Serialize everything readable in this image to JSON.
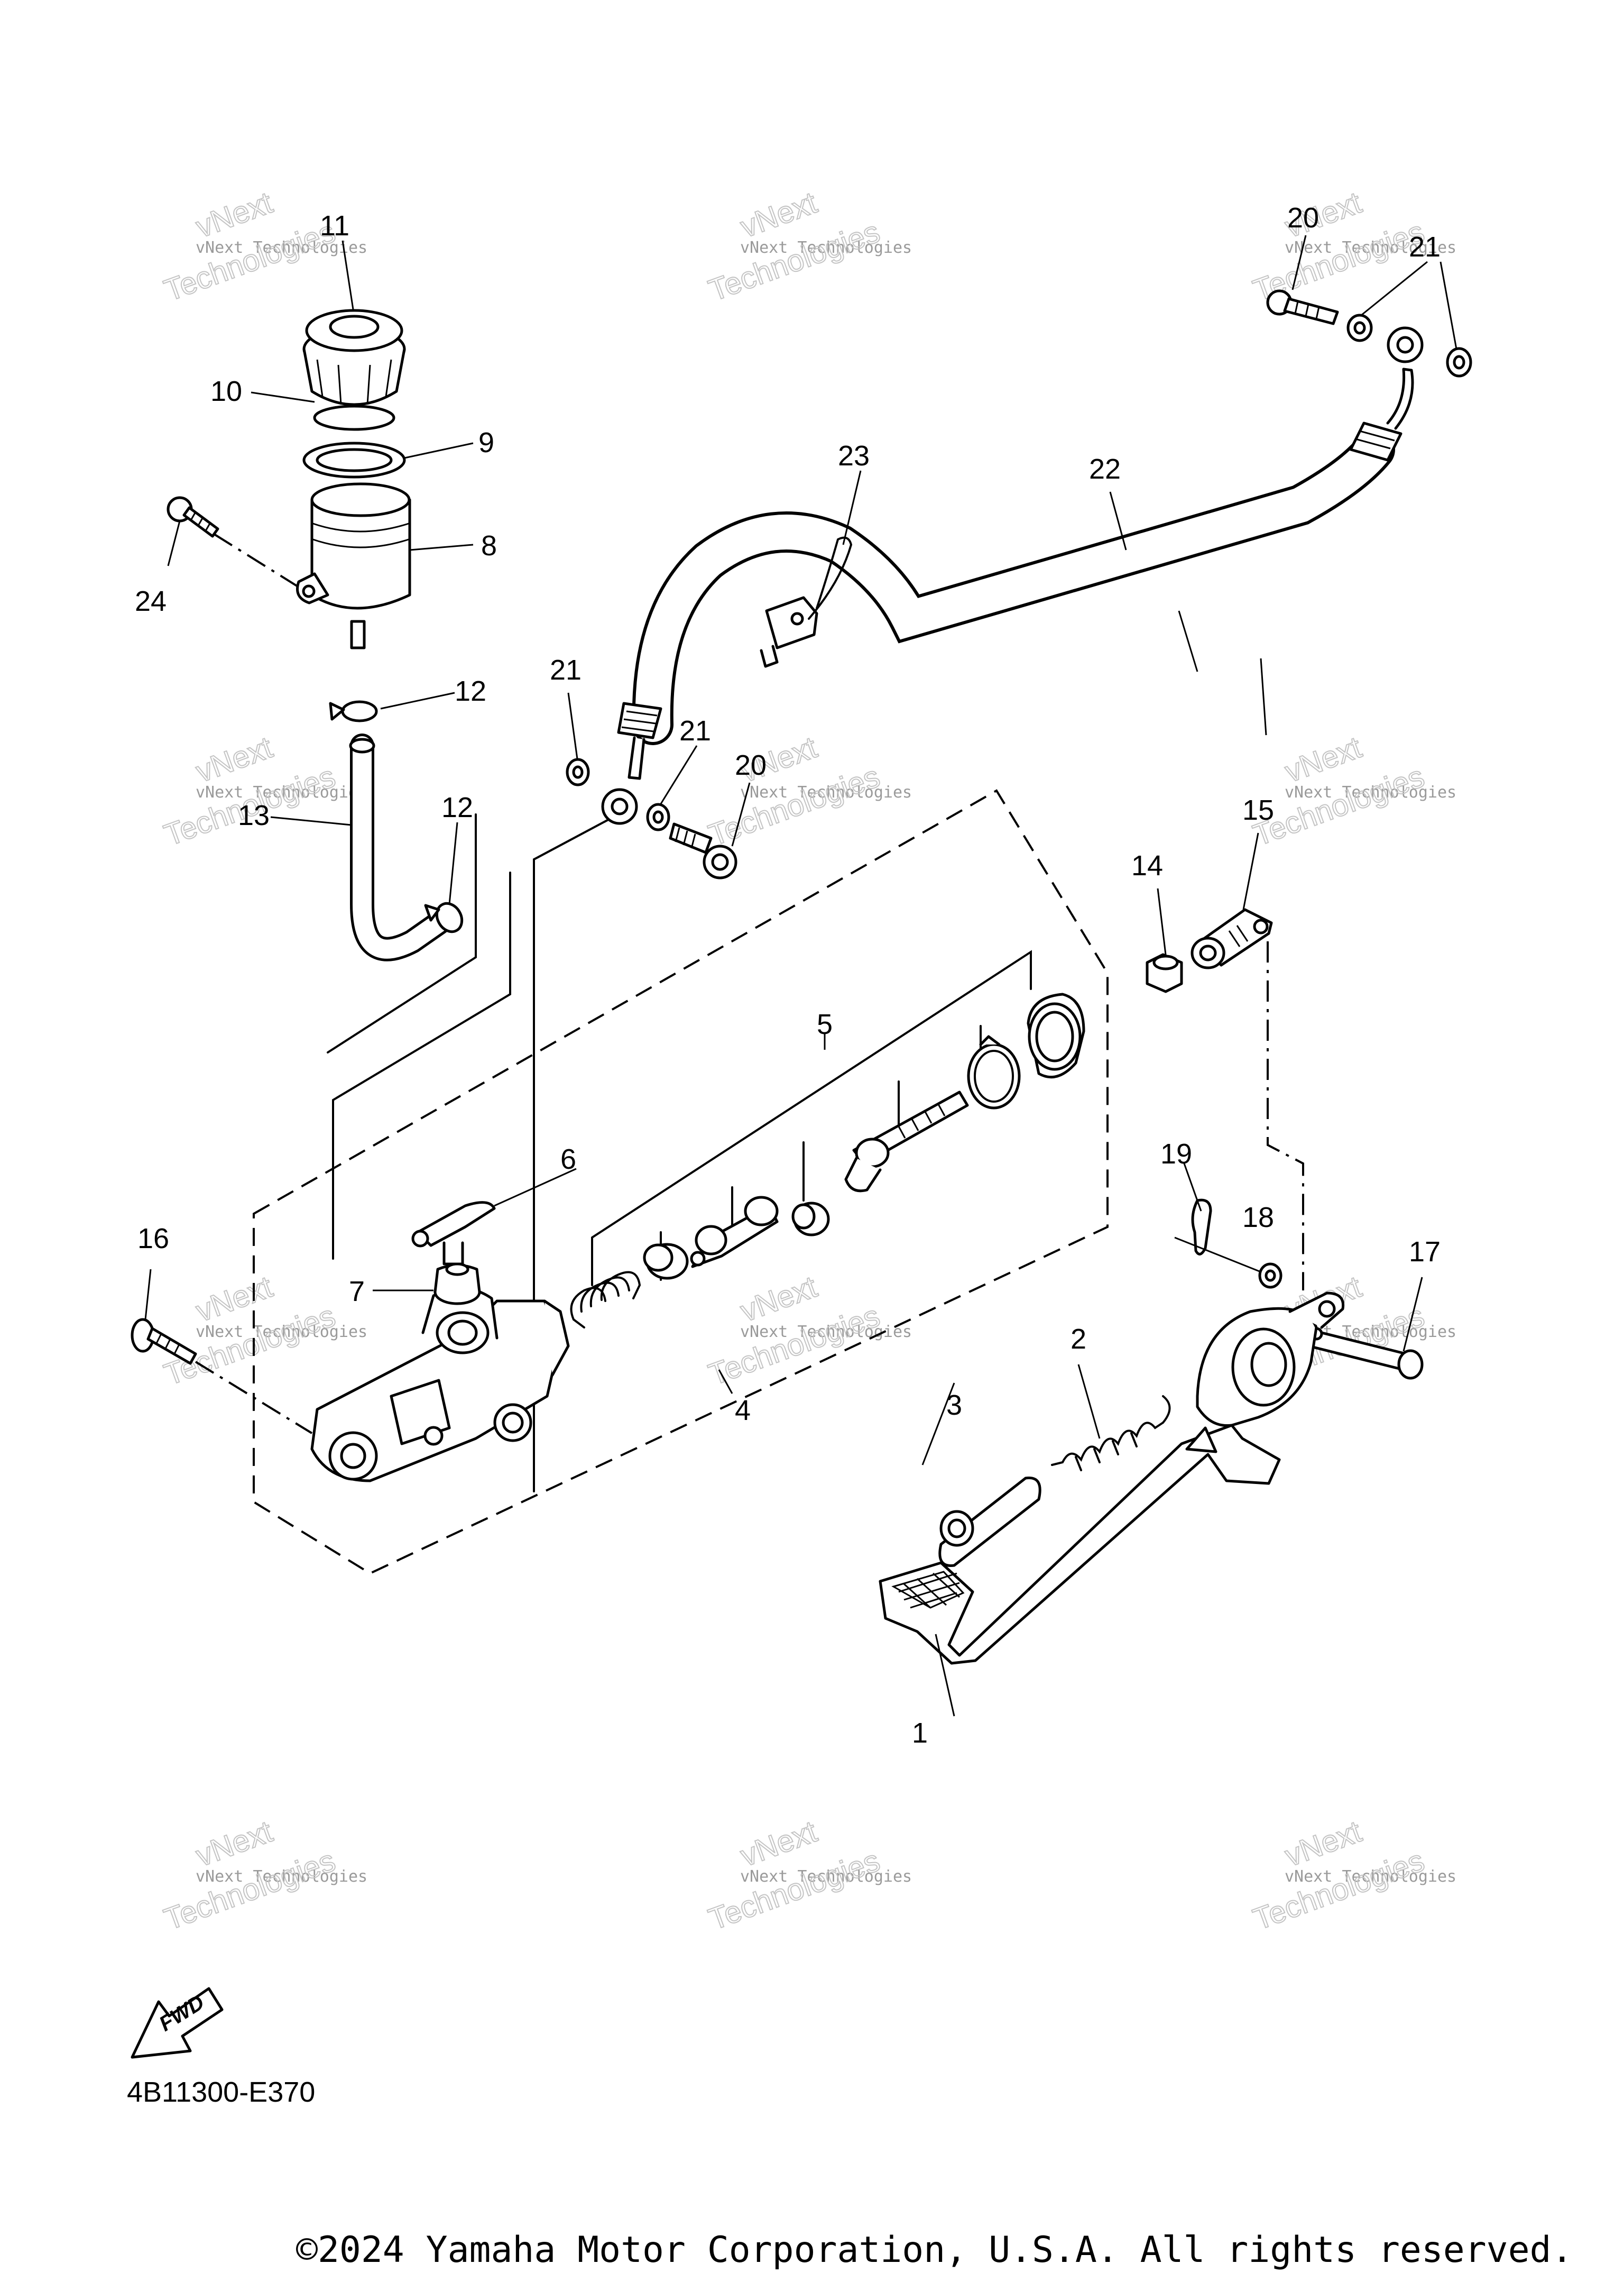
{
  "diagram": {
    "code": "4B11300-E370",
    "copyright": "©2024 Yamaha Motor Corporation, U.S.A. All rights reserved.",
    "fwd_label": "FWD",
    "watermark": {
      "line1": "vNext",
      "line2": "vNext Technologies",
      "line3": "Technologies"
    },
    "callouts": [
      "1",
      "2",
      "3",
      "4",
      "5",
      "6",
      "7",
      "8",
      "9",
      "10",
      "11",
      "12",
      "12",
      "13",
      "14",
      "15",
      "16",
      "17",
      "18",
      "19",
      "20",
      "20",
      "21",
      "21",
      "21",
      "22",
      "23",
      "24"
    ]
  }
}
